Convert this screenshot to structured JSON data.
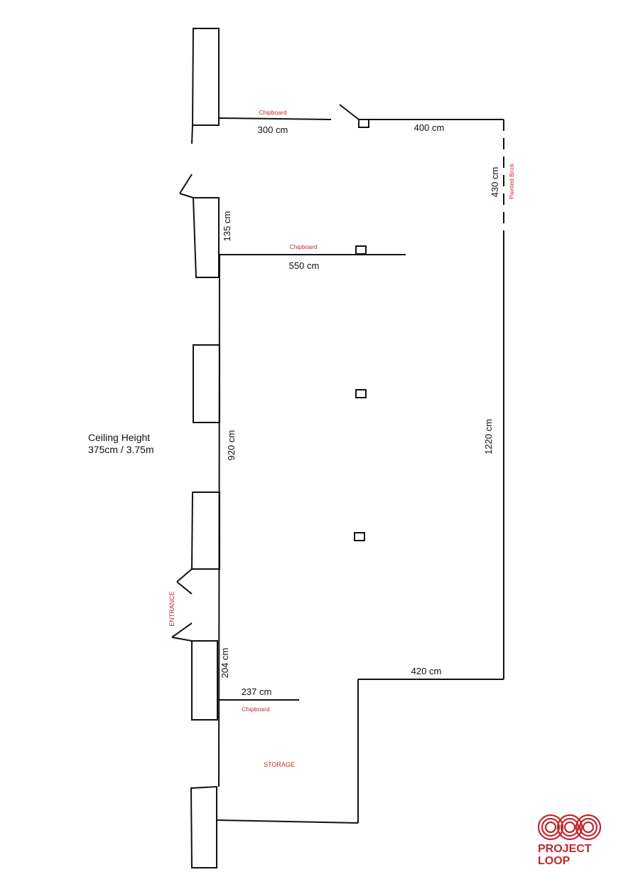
{
  "ceiling": {
    "label": "Ceiling Height",
    "value": "375cm / 3.75m"
  },
  "dimensions": {
    "top_left_wall": "300 cm",
    "top_right_wall": "400 cm",
    "right_upper_wall": "430 cm",
    "left_upper_window_gap": "135 cm",
    "middle_partition": "550 cm",
    "left_main_wall": "920 cm",
    "right_main_wall": "1220 cm",
    "bottom_step_wall": "420 cm",
    "left_lower_window_gap": "204 cm",
    "storage_partition": "237 cm"
  },
  "materials": {
    "top_partition": "Chipboard",
    "middle_partition": "Chipboard",
    "storage_partition": "Chipboard",
    "right_upper_wall": "Painted Brick"
  },
  "zones": {
    "entrance": "ENTRANCE",
    "storage": "STORAGE"
  },
  "logo": {
    "line1": "PROJECT",
    "line2": "LOOP"
  },
  "colors": {
    "accent": "#c0272d",
    "ink": "#111111",
    "background": "#ffffff"
  }
}
